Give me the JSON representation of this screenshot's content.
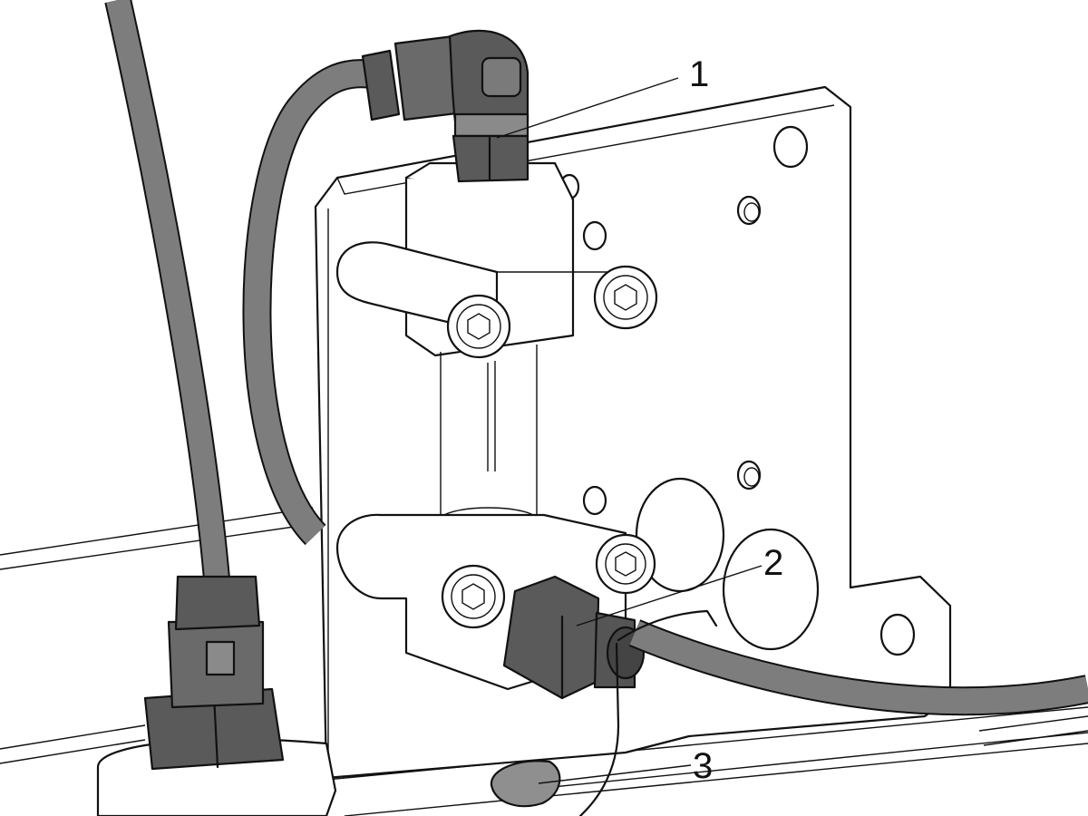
{
  "colors": {
    "line": "#111111",
    "background": "#ffffff",
    "hose": "#7d7d7d",
    "fitting_dark": "#5a5a5a",
    "fitting_mid": "#8a8a8a",
    "plug": "#8f8f8f"
  },
  "callouts": [
    {
      "id": "fitting-top",
      "label": "1"
    },
    {
      "id": "fitting-bottom",
      "label": "2"
    },
    {
      "id": "drain-plug",
      "label": "3"
    }
  ]
}
